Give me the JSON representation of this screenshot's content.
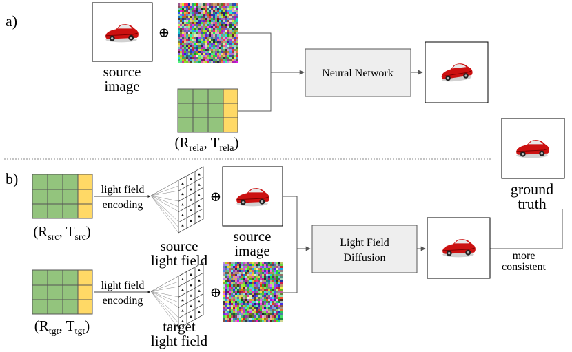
{
  "panel_a": {
    "tag": "a)",
    "source_image_label": [
      "source",
      "image"
    ],
    "oplus": "⊕",
    "pose_label": {
      "open": "(R",
      "sub1": "rela",
      "mid": ", T",
      "sub2": "rela",
      "close": ")"
    },
    "network_label": "Neural Network"
  },
  "panel_b": {
    "tag": "b)",
    "light_field_encoding": [
      "light field",
      "encoding"
    ],
    "src_pose_label": {
      "open": "(R",
      "sub1": "src",
      "mid": ", T",
      "sub2": "src",
      "close": ")"
    },
    "tgt_pose_label": {
      "open": "(R",
      "sub1": "tgt",
      "mid": ", T",
      "sub2": "tgt",
      "close": ")"
    },
    "source_light_field_label": [
      "source",
      "light field"
    ],
    "target_light_field_label": [
      "target",
      "light field"
    ],
    "source_image_label": [
      "source",
      "image"
    ],
    "oplus": "⊕",
    "diffusion_label": [
      "Light Field",
      "Diffusion"
    ],
    "ground_truth_label": [
      "ground",
      "truth"
    ],
    "consistency_label": [
      "more",
      "consistent"
    ]
  },
  "colors": {
    "matrix_rotation": "#93c47d",
    "matrix_translation": "#ffd966",
    "process_box": "#eeeeee",
    "car_body": "#cc1111",
    "divider": "#888888"
  },
  "icons": {
    "noise": "random-noise-icon",
    "car": "red-car-icon",
    "light_field": "light-field-grid-icon"
  }
}
